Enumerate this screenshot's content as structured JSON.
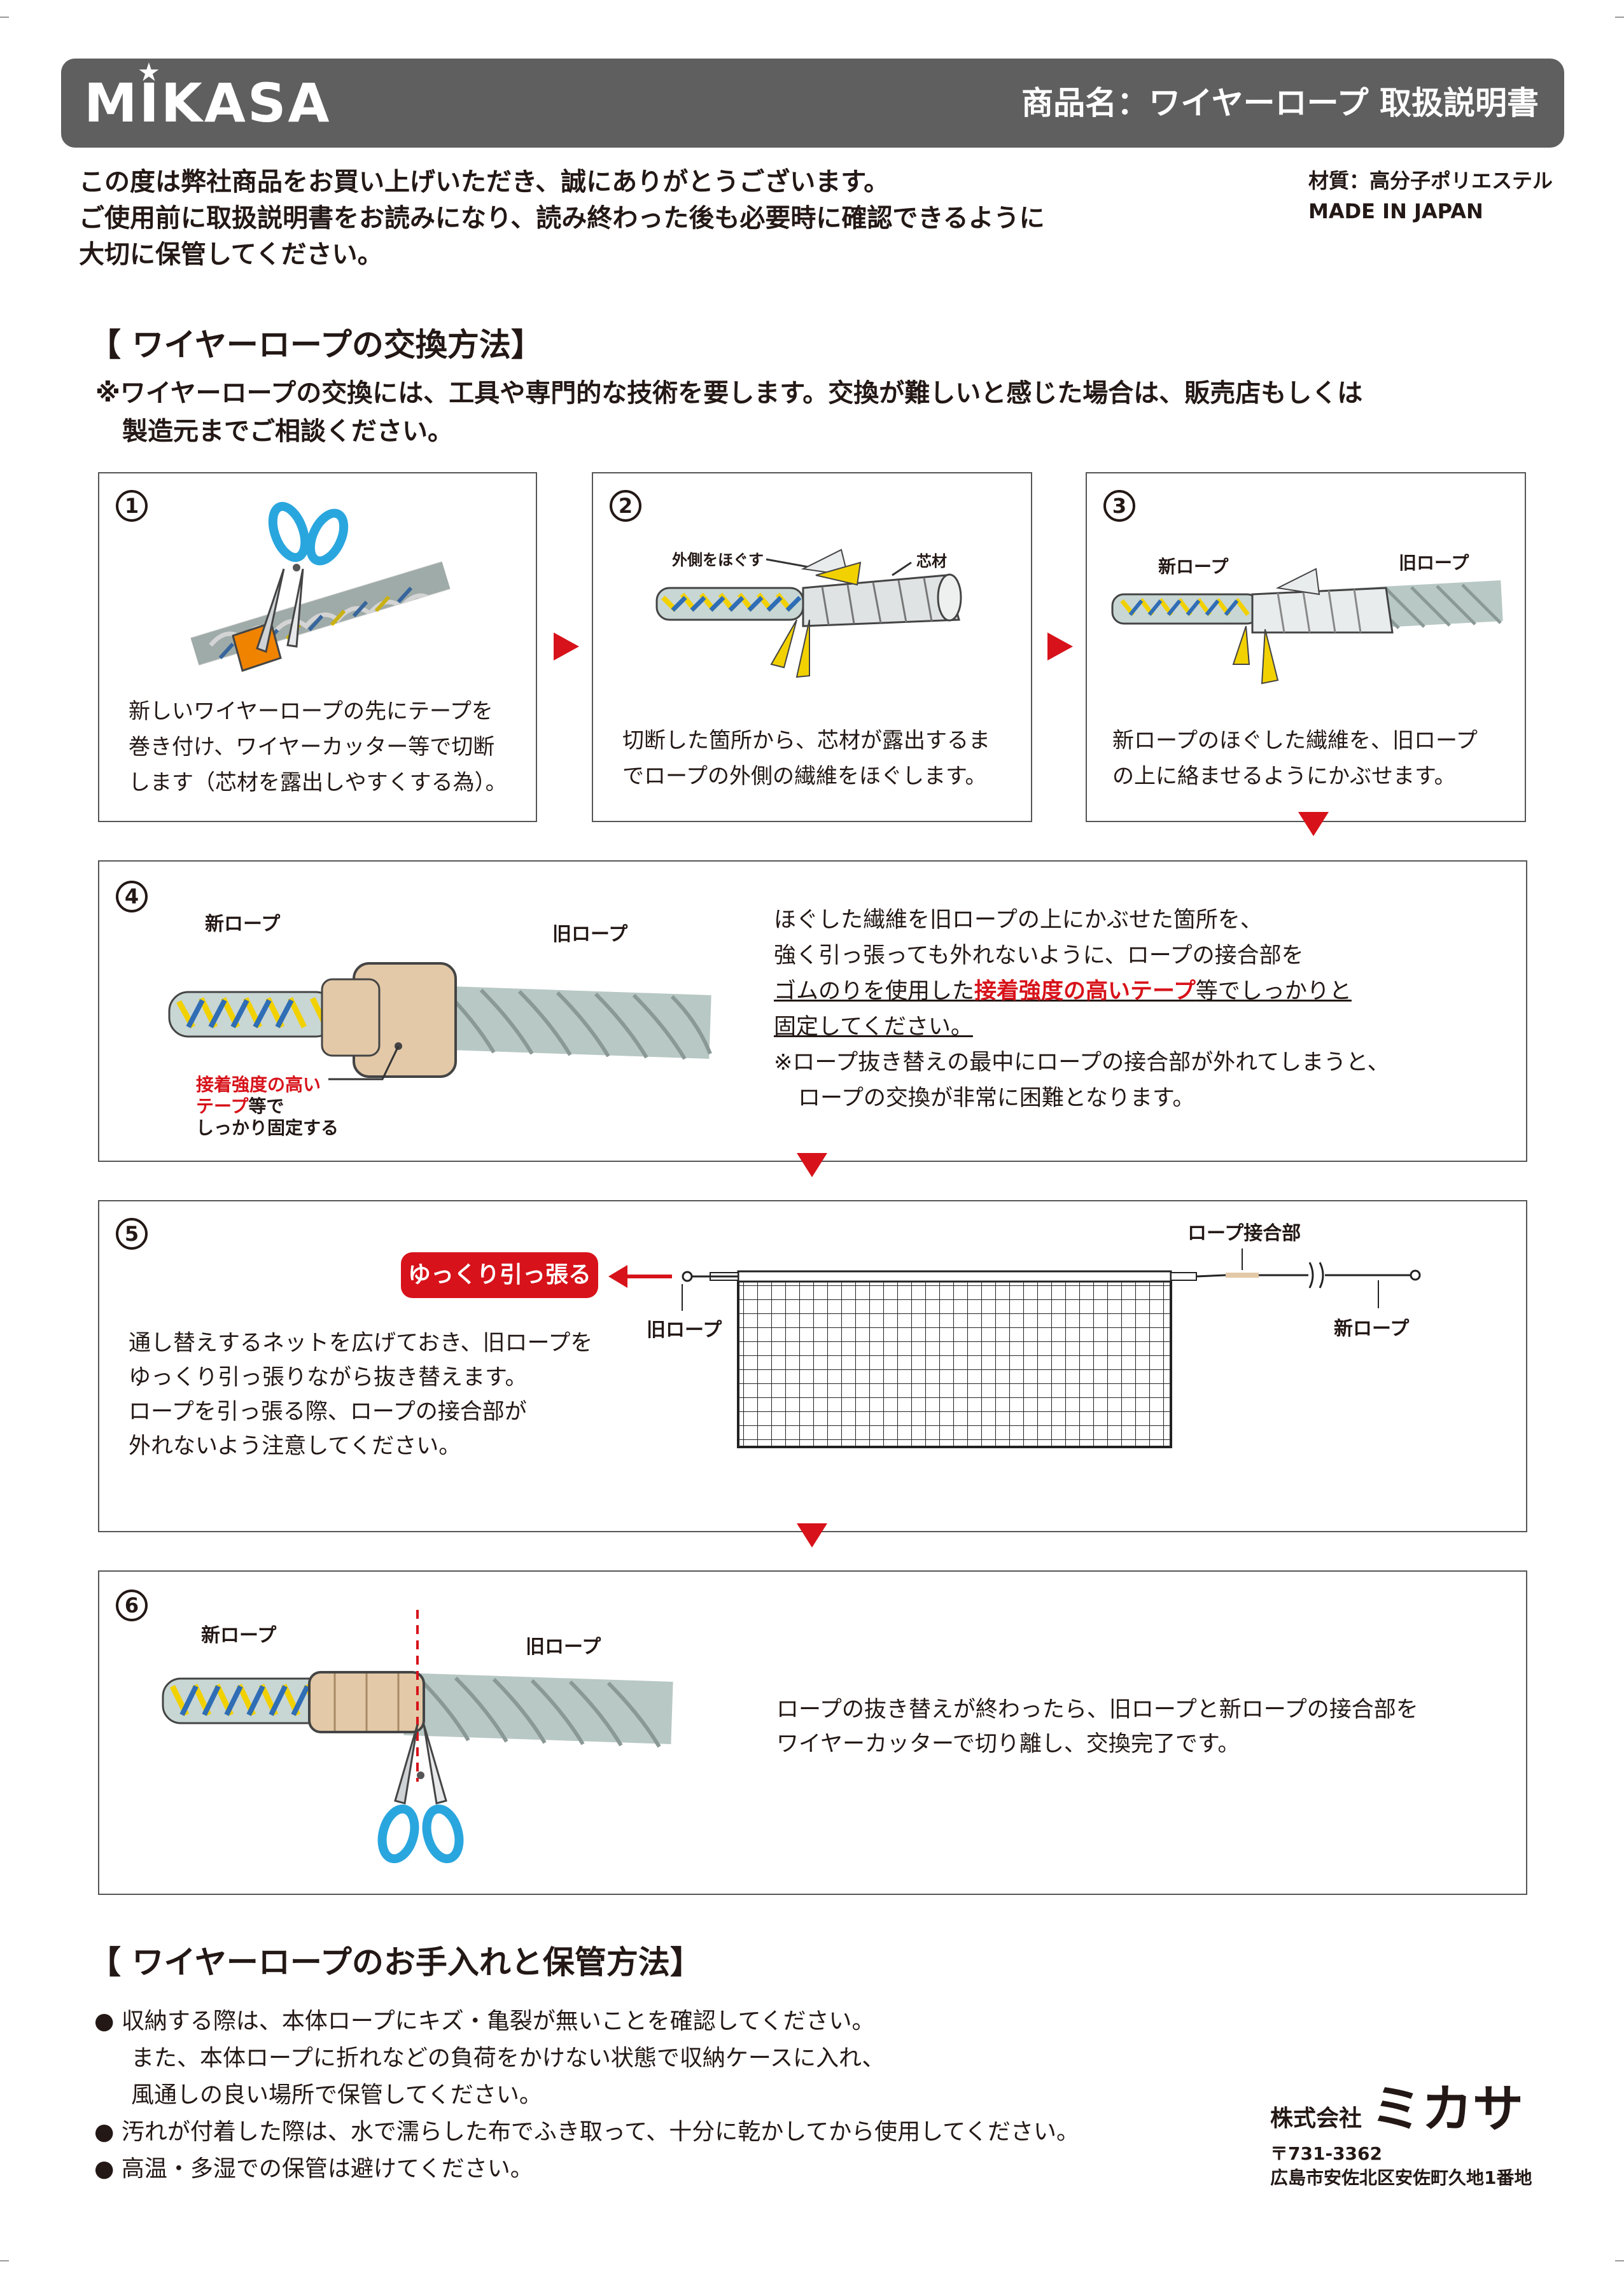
{
  "header": {
    "brand": "MIKASA",
    "title": "商品名：ワイヤーロープ 取扱説明書"
  },
  "intro": {
    "lines": [
      "この度は弊社商品をお買い上げいただき、誠にありがとうございます。",
      "ご使用前に取扱説明書をお読みになり、読み終わった後も必要時に確認できるように",
      "大切に保管してください。"
    ]
  },
  "meta": {
    "material": "材質：高分子ポリエステル",
    "origin": "MADE IN JAPAN"
  },
  "replace_section": {
    "title": "【 ワイヤーロープの交換方法】",
    "notice_line1": "※ワイヤーロープの交換には、工具や専門的な技術を要します。交換が難しいと感じた場合は、販売店もしくは",
    "notice_line2": "製造元までご相談ください。"
  },
  "steps": {
    "s1": {
      "num": "1",
      "text": [
        "新しいワイヤーロープの先にテープを",
        "巻き付け、ワイヤーカッター等で切断",
        "します（芯材を露出しやすくする為）。"
      ]
    },
    "s2": {
      "num": "2",
      "label_outer": "外側をほぐす",
      "label_core": "芯材",
      "text": [
        "切断した箇所から、芯材が露出するま",
        "でロープの外側の繊維をほぐします。"
      ]
    },
    "s3": {
      "num": "3",
      "label_new": "新ロープ",
      "label_old": "旧ロープ",
      "text": [
        "新ロープのほぐした繊維を、旧ロープ",
        "の上に絡ませるようにかぶせます。"
      ]
    },
    "s4": {
      "num": "4",
      "label_new": "新ロープ",
      "label_old": "旧ロープ",
      "callout_red1": "接着強度の高い",
      "callout_red2": "テープ",
      "callout_black2": "等で",
      "callout_black3": "しっかり固定する",
      "line1": "ほぐした繊維を旧ロープの上にかぶせた箇所を、",
      "line2": "強く引っ張っても外れないように、ロープの接合部を",
      "line3_pre": "ゴムのりを使用した",
      "line3_red": "接着強度の高いテープ",
      "line3_post": "等でしっかりと",
      "line4": "固定してください。",
      "line5": "※ロープ抜き替えの最中にロープの接合部が外れてしまうと、",
      "line6": "ロープの交換が非常に困難となります。"
    },
    "s5": {
      "num": "5",
      "pill": "ゆっくり引っ張る",
      "label_joint": "ロープ接合部",
      "label_old": "旧ロープ",
      "label_new": "新ロープ",
      "text": [
        "通し替えするネットを広げておき、旧ロープを",
        "ゆっくり引っ張りながら抜き替えます。",
        "ロープを引っ張る際、ロープの接合部が",
        "外れないよう注意してください。"
      ]
    },
    "s6": {
      "num": "6",
      "label_new": "新ロープ",
      "label_old": "旧ロープ",
      "text": [
        "ロープの抜き替えが終わったら、旧ロープと新ロープの接合部を",
        "ワイヤーカッターで切り離し、交換完了です。"
      ]
    }
  },
  "care_section": {
    "title": "【 ワイヤーロープのお手入れと保管方法】",
    "items": [
      "● 収納する際は、本体ロープにキズ・亀裂が無いことを確認してください。",
      "また、本体ロープに折れなどの負荷をかけない状態で収納ケースに入れ、",
      "風通しの良い場所で保管してください。",
      "● 汚れが付着した際は、水で濡らした布でふき取って、十分に乾かしてから使用してください。",
      "● 高温・多湿での保管は避けてください。"
    ]
  },
  "company": {
    "prefix": "株式会社",
    "name": "ミカサ",
    "postal": "〒731-3362",
    "address": "広島市安佐北区安佐町久地1番地"
  },
  "colors": {
    "header_bg": "#5f5f5f",
    "accent_red": "#d7121a",
    "scissors_blue": "#2aa6de",
    "tape_beige": "#e3c9a8",
    "tape_orange": "#f08300",
    "fiber_yellow": "#f2d100"
  }
}
